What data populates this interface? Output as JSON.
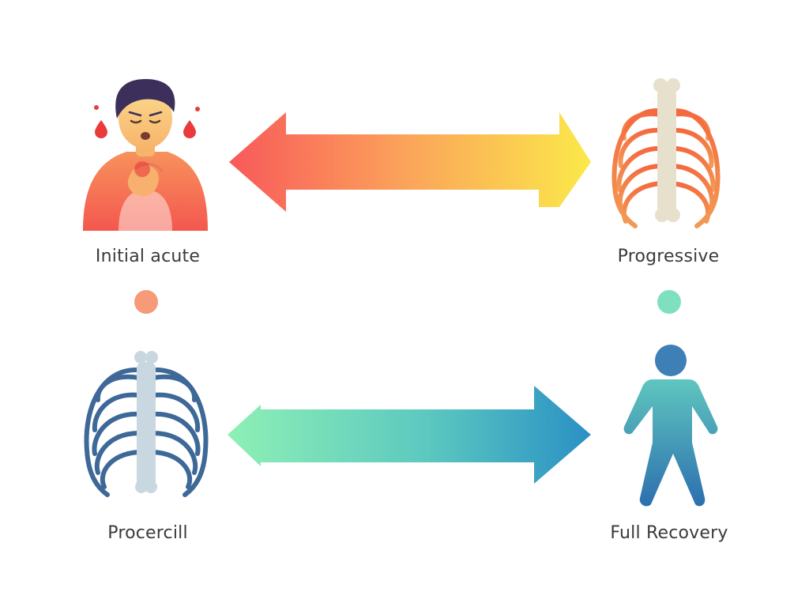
{
  "nodes": {
    "top_left": {
      "label": "Initial acute",
      "icon": "distressed-person-icon"
    },
    "top_right": {
      "label": "Progressive",
      "icon": "ribcage-icon"
    },
    "bottom_left": {
      "label": "Procercill",
      "icon": "ribcage-icon"
    },
    "bottom_right": {
      "label": "Full Recovery",
      "icon": "standing-person-icon"
    }
  },
  "connectors": {
    "top": {
      "direction": "bidirectional",
      "colors": [
        "#f8595a",
        "#fbe94a"
      ]
    },
    "bottom": {
      "direction": "bidirectional",
      "colors": [
        "#8ef0b5",
        "#2a90c4"
      ]
    }
  },
  "dots": {
    "left": {
      "color": "#f79a7a"
    },
    "right": {
      "color": "#7fe0bf"
    }
  },
  "colors": {
    "acute_red": "#f45b56",
    "acute_orange": "#f7925c",
    "ribcage_orange": "#f26f3d",
    "ribcage_blue": "#3d6898",
    "bone": "#e6e0cc",
    "bone_blue": "#c8d7e0",
    "recovery_teal": "#5cc3b7",
    "recovery_blue": "#2e78b0"
  }
}
